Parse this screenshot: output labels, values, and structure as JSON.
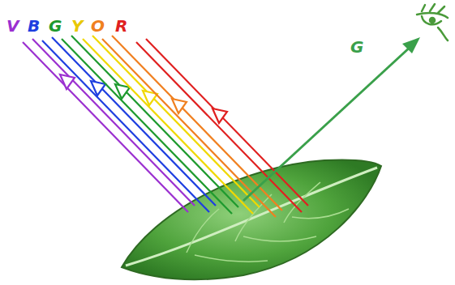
{
  "diagram": {
    "labels": [
      "V",
      "B",
      "G",
      "Y",
      "O",
      "R",
      "G"
    ]
  }
}
